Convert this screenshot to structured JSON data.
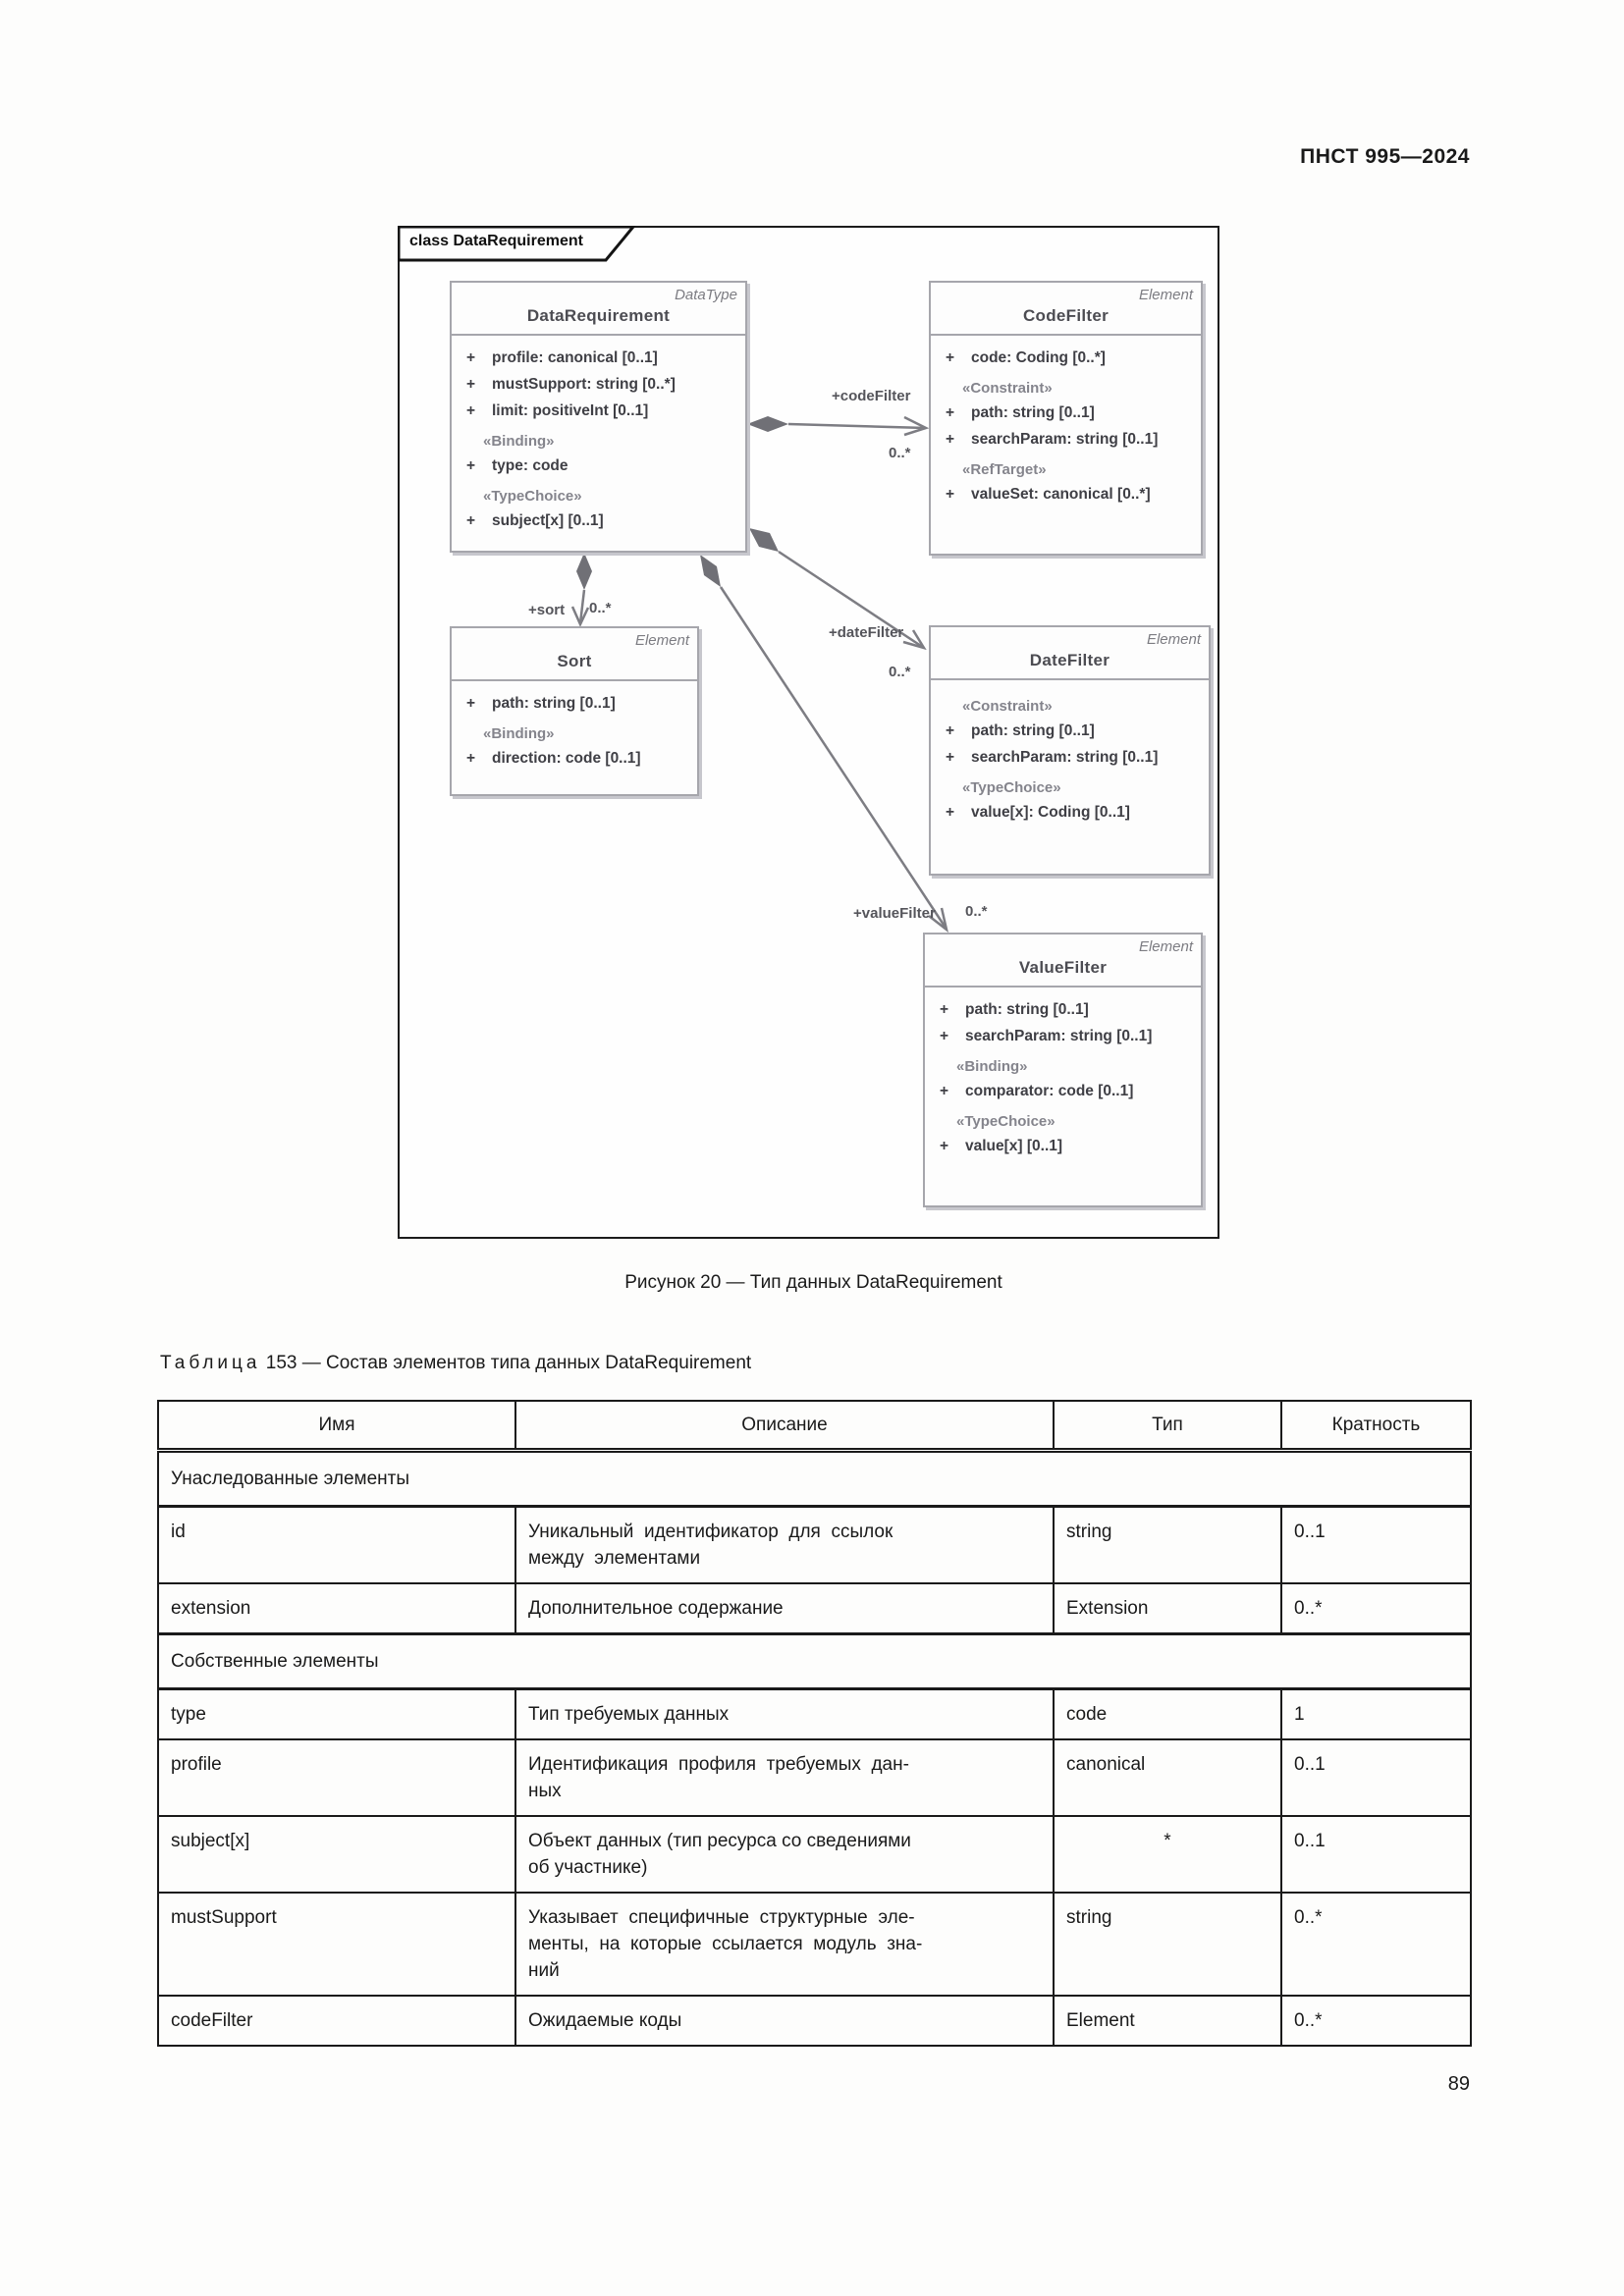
{
  "page": {
    "header": "ПНСТ 995—2024",
    "page_number": "89",
    "figure_caption": "Рисунок 20 — Тип данных DataRequirement",
    "table_caption_label": "Таблица",
    "table_caption_number": "153",
    "table_caption_text": "— Состав элементов типа данных DataRequirement"
  },
  "diagram": {
    "frame_label": "class DataRequirement",
    "plus": "+",
    "classes": {
      "data_requirement": {
        "stereotype": "DataType",
        "name": "DataRequirement",
        "rows": [
          {
            "text": "profile: canonical [0..1]"
          },
          {
            "text": "mustSupport: string [0..*]"
          },
          {
            "text": "limit: positiveInt [0..1]"
          },
          {
            "text": "«Binding»"
          },
          {
            "text": "type: code"
          },
          {
            "text": "«TypeChoice»"
          },
          {
            "text": "subject[x] [0..1]"
          }
        ]
      },
      "code_filter": {
        "stereotype": "Element",
        "name": "CodeFilter",
        "rows": [
          {
            "text": "code: Coding [0..*]"
          },
          {
            "text": "«Constraint»"
          },
          {
            "text": "path: string [0..1]"
          },
          {
            "text": "searchParam: string [0..1]"
          },
          {
            "text": "«RefTarget»"
          },
          {
            "text": "valueSet: canonical [0..*]"
          }
        ]
      },
      "sort": {
        "stereotype": "Element",
        "name": "Sort",
        "rows": [
          {
            "text": "path: string [0..1]"
          },
          {
            "text": "«Binding»"
          },
          {
            "text": "direction: code [0..1]"
          }
        ]
      },
      "date_filter": {
        "stereotype": "Element",
        "name": "DateFilter",
        "rows": [
          {
            "text": "«Constraint»"
          },
          {
            "text": "path: string [0..1]"
          },
          {
            "text": "searchParam: string [0..1]"
          },
          {
            "text": "«TypeChoice»"
          },
          {
            "text": "value[x]: Coding [0..1]"
          }
        ]
      },
      "value_filter": {
        "stereotype": "Element",
        "name": "ValueFilter",
        "rows": [
          {
            "text": "path: string [0..1]"
          },
          {
            "text": "searchParam: string [0..1]"
          },
          {
            "text": "«Binding»"
          },
          {
            "text": "comparator: code [0..1]"
          },
          {
            "text": "«TypeChoice»"
          },
          {
            "text": "value[x] [0..1]"
          }
        ]
      }
    },
    "edges": {
      "code_filter": {
        "label": "+codeFilter",
        "mult": "0..*"
      },
      "sort": {
        "label": "+sort",
        "mult": "0..*"
      },
      "date_filter": {
        "label": "+dateFilter",
        "mult": "0..*"
      },
      "value_filter": {
        "label": "+valueFilter",
        "mult": "0..*"
      }
    }
  },
  "table": {
    "headers": [
      "Имя",
      "Описание",
      "Тип",
      "Кратность"
    ],
    "rows": [
      {
        "section": "Унаследованные элементы"
      },
      {
        "name": "id",
        "desc": "Уникальный идентификатор для ссылок\nмежду элементами",
        "type": "string",
        "mult": "0..1"
      },
      {
        "name": "extension",
        "desc": "Дополнительное содержание",
        "type": "Extension",
        "mult": "0..*"
      },
      {
        "section": "Собственные элементы"
      },
      {
        "name": "type",
        "desc": "Тип требуемых данных",
        "type": "code",
        "mult": "1"
      },
      {
        "name": "profile",
        "desc": "Идентификация профиля требуемых дан-\nных",
        "type": "canonical",
        "mult": "0..1"
      },
      {
        "name": "subject[x]",
        "desc": "Объект данных (тип ресурса со сведениями\nоб участнике)",
        "type": "*",
        "mult": "0..1"
      },
      {
        "name": "mustSupport",
        "desc": "Указывает специфичные структурные эле-\nменты, на которые ссылается модуль зна-\nний",
        "type": "string",
        "mult": "0..*"
      },
      {
        "name": "codeFilter",
        "desc": "Ожидаемые коды",
        "type": "Element",
        "mult": "0..*"
      }
    ]
  }
}
